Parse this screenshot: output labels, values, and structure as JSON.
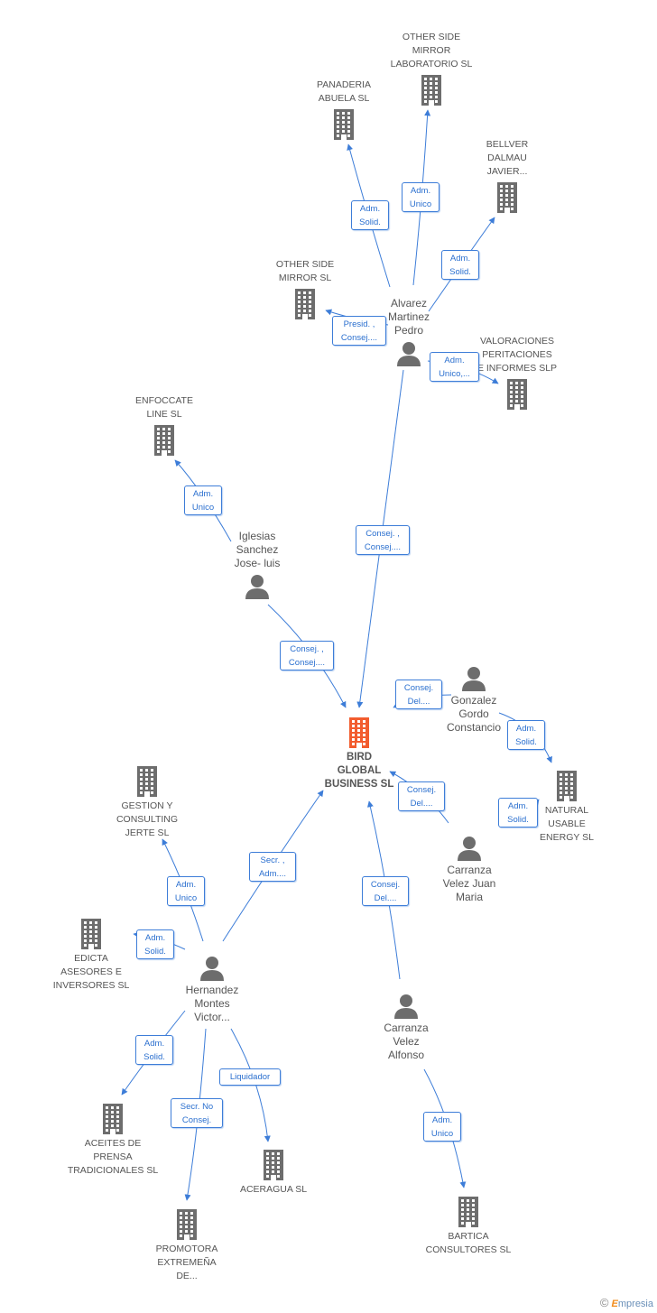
{
  "colors": {
    "edge": "#3d7dd8",
    "building": "#6d6d6d",
    "main_building": "#f25c2e",
    "person": "#6d6d6d"
  },
  "nodes": {
    "bird": {
      "label": "BIRD\nGLOBAL\nBUSINESS  SL",
      "type": "main-company"
    },
    "other_lab": {
      "label": "OTHER SIDE\nMIRROR\nLABORATORIO SL",
      "type": "company"
    },
    "panaderia": {
      "label": "PANADERIA\nABUELA SL",
      "type": "company"
    },
    "bellver": {
      "label": "BELLVER\nDALMAU\nJAVIER...",
      "type": "company"
    },
    "other_mirror": {
      "label": "OTHER SIDE\nMIRROR SL",
      "type": "company"
    },
    "valoraciones": {
      "label": "VALORACIONES\nPERITACIONES\nE INFORMES SLP",
      "type": "company"
    },
    "enfoccate": {
      "label": "ENFOCCATE\nLINE SL",
      "type": "company"
    },
    "gestion": {
      "label": "GESTION Y\nCONSULTING\nJERTE  SL",
      "type": "company"
    },
    "edicta": {
      "label": "EDICTA\nASESORES E\nINVERSORES SL",
      "type": "company"
    },
    "natural": {
      "label": "NATURAL\nUSABLE\nENERGY SL",
      "type": "company"
    },
    "aceites": {
      "label": "ACEITES DE\nPRENSA\nTRADICIONALES SL",
      "type": "company"
    },
    "aceragua": {
      "label": "ACERAGUA SL",
      "type": "company"
    },
    "promotora": {
      "label": "PROMOTORA\nEXTREMEÑA\nDE...",
      "type": "company"
    },
    "bartica": {
      "label": "BARTICA\nCONSULTORES SL",
      "type": "company"
    },
    "alvarez": {
      "label": "Alvarez\nMartinez\nPedro",
      "type": "person"
    },
    "iglesias": {
      "label": "Iglesias\nSanchez\nJose- luis",
      "type": "person"
    },
    "gonzalez": {
      "label": "Gonzalez\nGordo\nConstancio",
      "type": "person"
    },
    "carranza_juan": {
      "label": "Carranza\nVelez Juan\nMaria",
      "type": "person"
    },
    "hernandez": {
      "label": "Hernandez\nMontes\nVictor...",
      "type": "person"
    },
    "carranza_alfonso": {
      "label": "Carranza\nVelez\nAlfonso",
      "type": "person"
    }
  },
  "edges": [
    {
      "from": "alvarez",
      "to": "panaderia",
      "label": "Adm.\nSolid."
    },
    {
      "from": "alvarez",
      "to": "other_lab",
      "label": "Adm.\nUnico"
    },
    {
      "from": "alvarez",
      "to": "bellver",
      "label": "Adm.\nSolid."
    },
    {
      "from": "alvarez",
      "to": "other_mirror",
      "label": "Presid. ,\nConsej...."
    },
    {
      "from": "alvarez",
      "to": "valoraciones",
      "label": "Adm.\nUnico,..."
    },
    {
      "from": "alvarez",
      "to": "bird",
      "label": "Consej. ,\nConsej...."
    },
    {
      "from": "iglesias",
      "to": "enfoccate",
      "label": "Adm.\nUnico"
    },
    {
      "from": "iglesias",
      "to": "bird",
      "label": "Consej. ,\nConsej...."
    },
    {
      "from": "gonzalez",
      "to": "bird",
      "label": "Consej.\nDel...."
    },
    {
      "from": "gonzalez",
      "to": "natural",
      "label": "Adm.\nSolid."
    },
    {
      "from": "carranza_juan",
      "to": "bird",
      "label": "Consej.\nDel...."
    },
    {
      "from": "carranza_juan",
      "to": "natural",
      "label": "Adm.\nSolid."
    },
    {
      "from": "hernandez",
      "to": "bird",
      "label": "Secr. ,\nAdm...."
    },
    {
      "from": "hernandez",
      "to": "gestion",
      "label": "Adm.\nUnico"
    },
    {
      "from": "hernandez",
      "to": "edicta",
      "label": "Adm.\nSolid."
    },
    {
      "from": "hernandez",
      "to": "aceites",
      "label": "Adm.\nSolid."
    },
    {
      "from": "hernandez",
      "to": "promotora",
      "label": "Secr.  No\nConsej."
    },
    {
      "from": "hernandez",
      "to": "aceragua",
      "label": "Liquidador"
    },
    {
      "from": "carranza_alfonso",
      "to": "bird",
      "label": "Consej.\nDel...."
    },
    {
      "from": "carranza_alfonso",
      "to": "bartica",
      "label": "Adm.\nUnico"
    }
  ],
  "footer": {
    "copyright": "©",
    "brand_initial": "E",
    "brand_rest": "mpresia"
  }
}
